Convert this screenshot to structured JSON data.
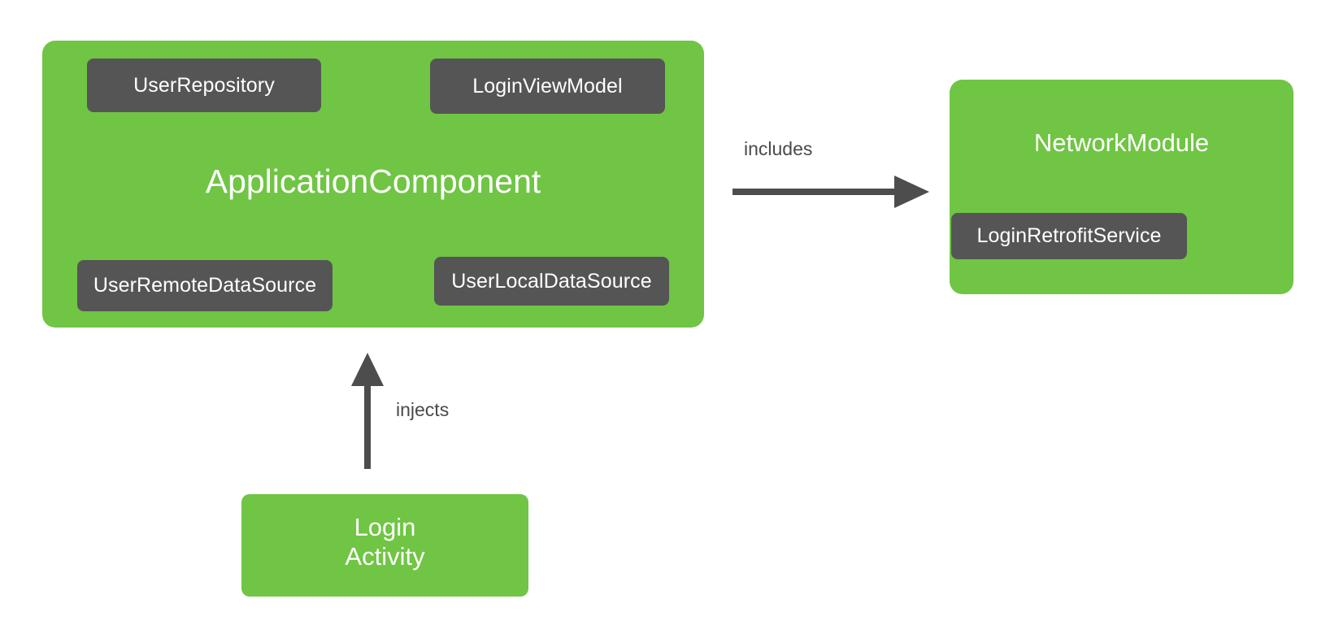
{
  "diagram": {
    "type": "dependency-injection-component-diagram",
    "background": "#ffffff",
    "colors": {
      "container": "#70c544",
      "chip": "#555555",
      "chip_text": "#ffffff",
      "container_text": "#ffffff",
      "arrow": "#4d4d4d",
      "edge_label_text": "#4a4a4a"
    },
    "nodes": {
      "application_component": {
        "title": "ApplicationComponent",
        "chips": [
          {
            "id": "user-repository",
            "label": "UserRepository"
          },
          {
            "id": "login-view-model",
            "label": "LoginViewModel"
          },
          {
            "id": "user-remote-datasource",
            "label": "UserRemoteDataSource"
          },
          {
            "id": "user-local-datasource",
            "label": "UserLocalDataSource"
          }
        ]
      },
      "network_module": {
        "title": "NetworkModule",
        "chips": [
          {
            "id": "login-retrofit-service",
            "label": "LoginRetrofitService"
          }
        ]
      },
      "login_activity": {
        "title_line1": "Login",
        "title_line2": "Activity"
      }
    },
    "edges": [
      {
        "id": "includes",
        "label": "includes",
        "from": "application_component",
        "to": "network_module",
        "direction": "right"
      },
      {
        "id": "injects",
        "label": "injects",
        "from": "login_activity",
        "to": "application_component",
        "direction": "up"
      }
    ]
  }
}
